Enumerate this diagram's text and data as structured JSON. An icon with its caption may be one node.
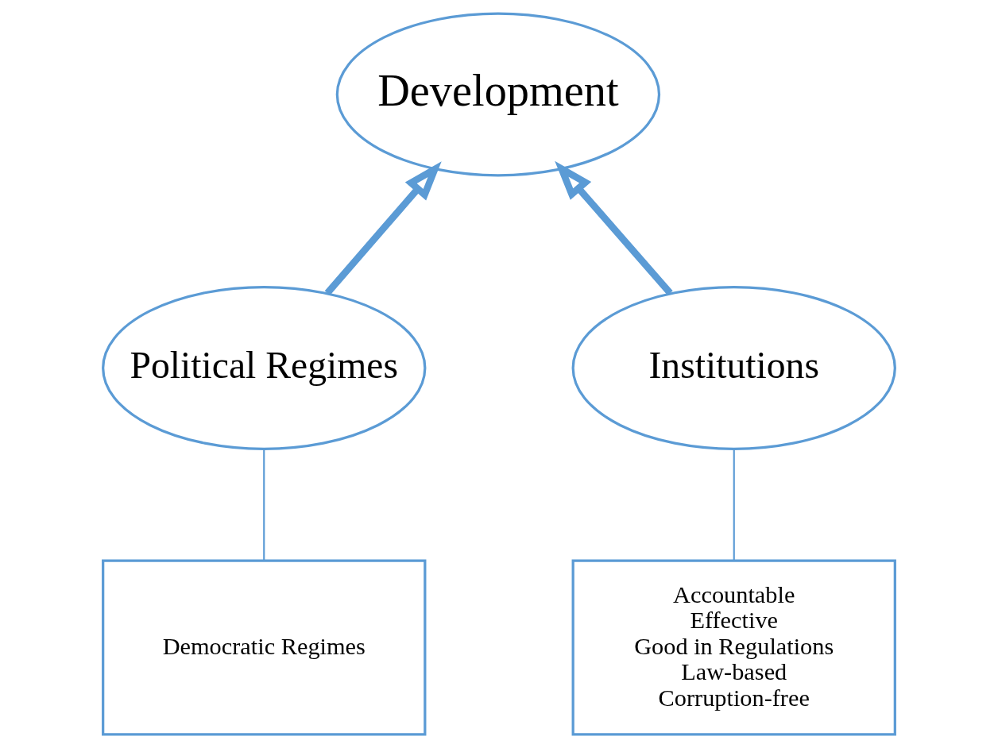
{
  "diagram": {
    "nodes": [
      {
        "text": [
          "Development"
        ]
      },
      {
        "text": [
          "Political Regimes"
        ]
      },
      {
        "text": [
          "Institutions"
        ]
      },
      {
        "text": [
          "Democratic Regimes"
        ]
      },
      {
        "text": [
          "Accountable",
          "Effective",
          "Good in Regulations",
          "Law-based",
          "Corruption-free"
        ]
      }
    ],
    "edges": [
      {
        "from": 1,
        "to": 0,
        "arrow": "to",
        "style": "thick"
      },
      {
        "from": 2,
        "to": 0,
        "arrow": "to",
        "style": "thick"
      },
      {
        "from": 3,
        "to": 1,
        "arrow": "none"
      },
      {
        "from": 4,
        "to": 2,
        "arrow": "none"
      }
    ]
  }
}
